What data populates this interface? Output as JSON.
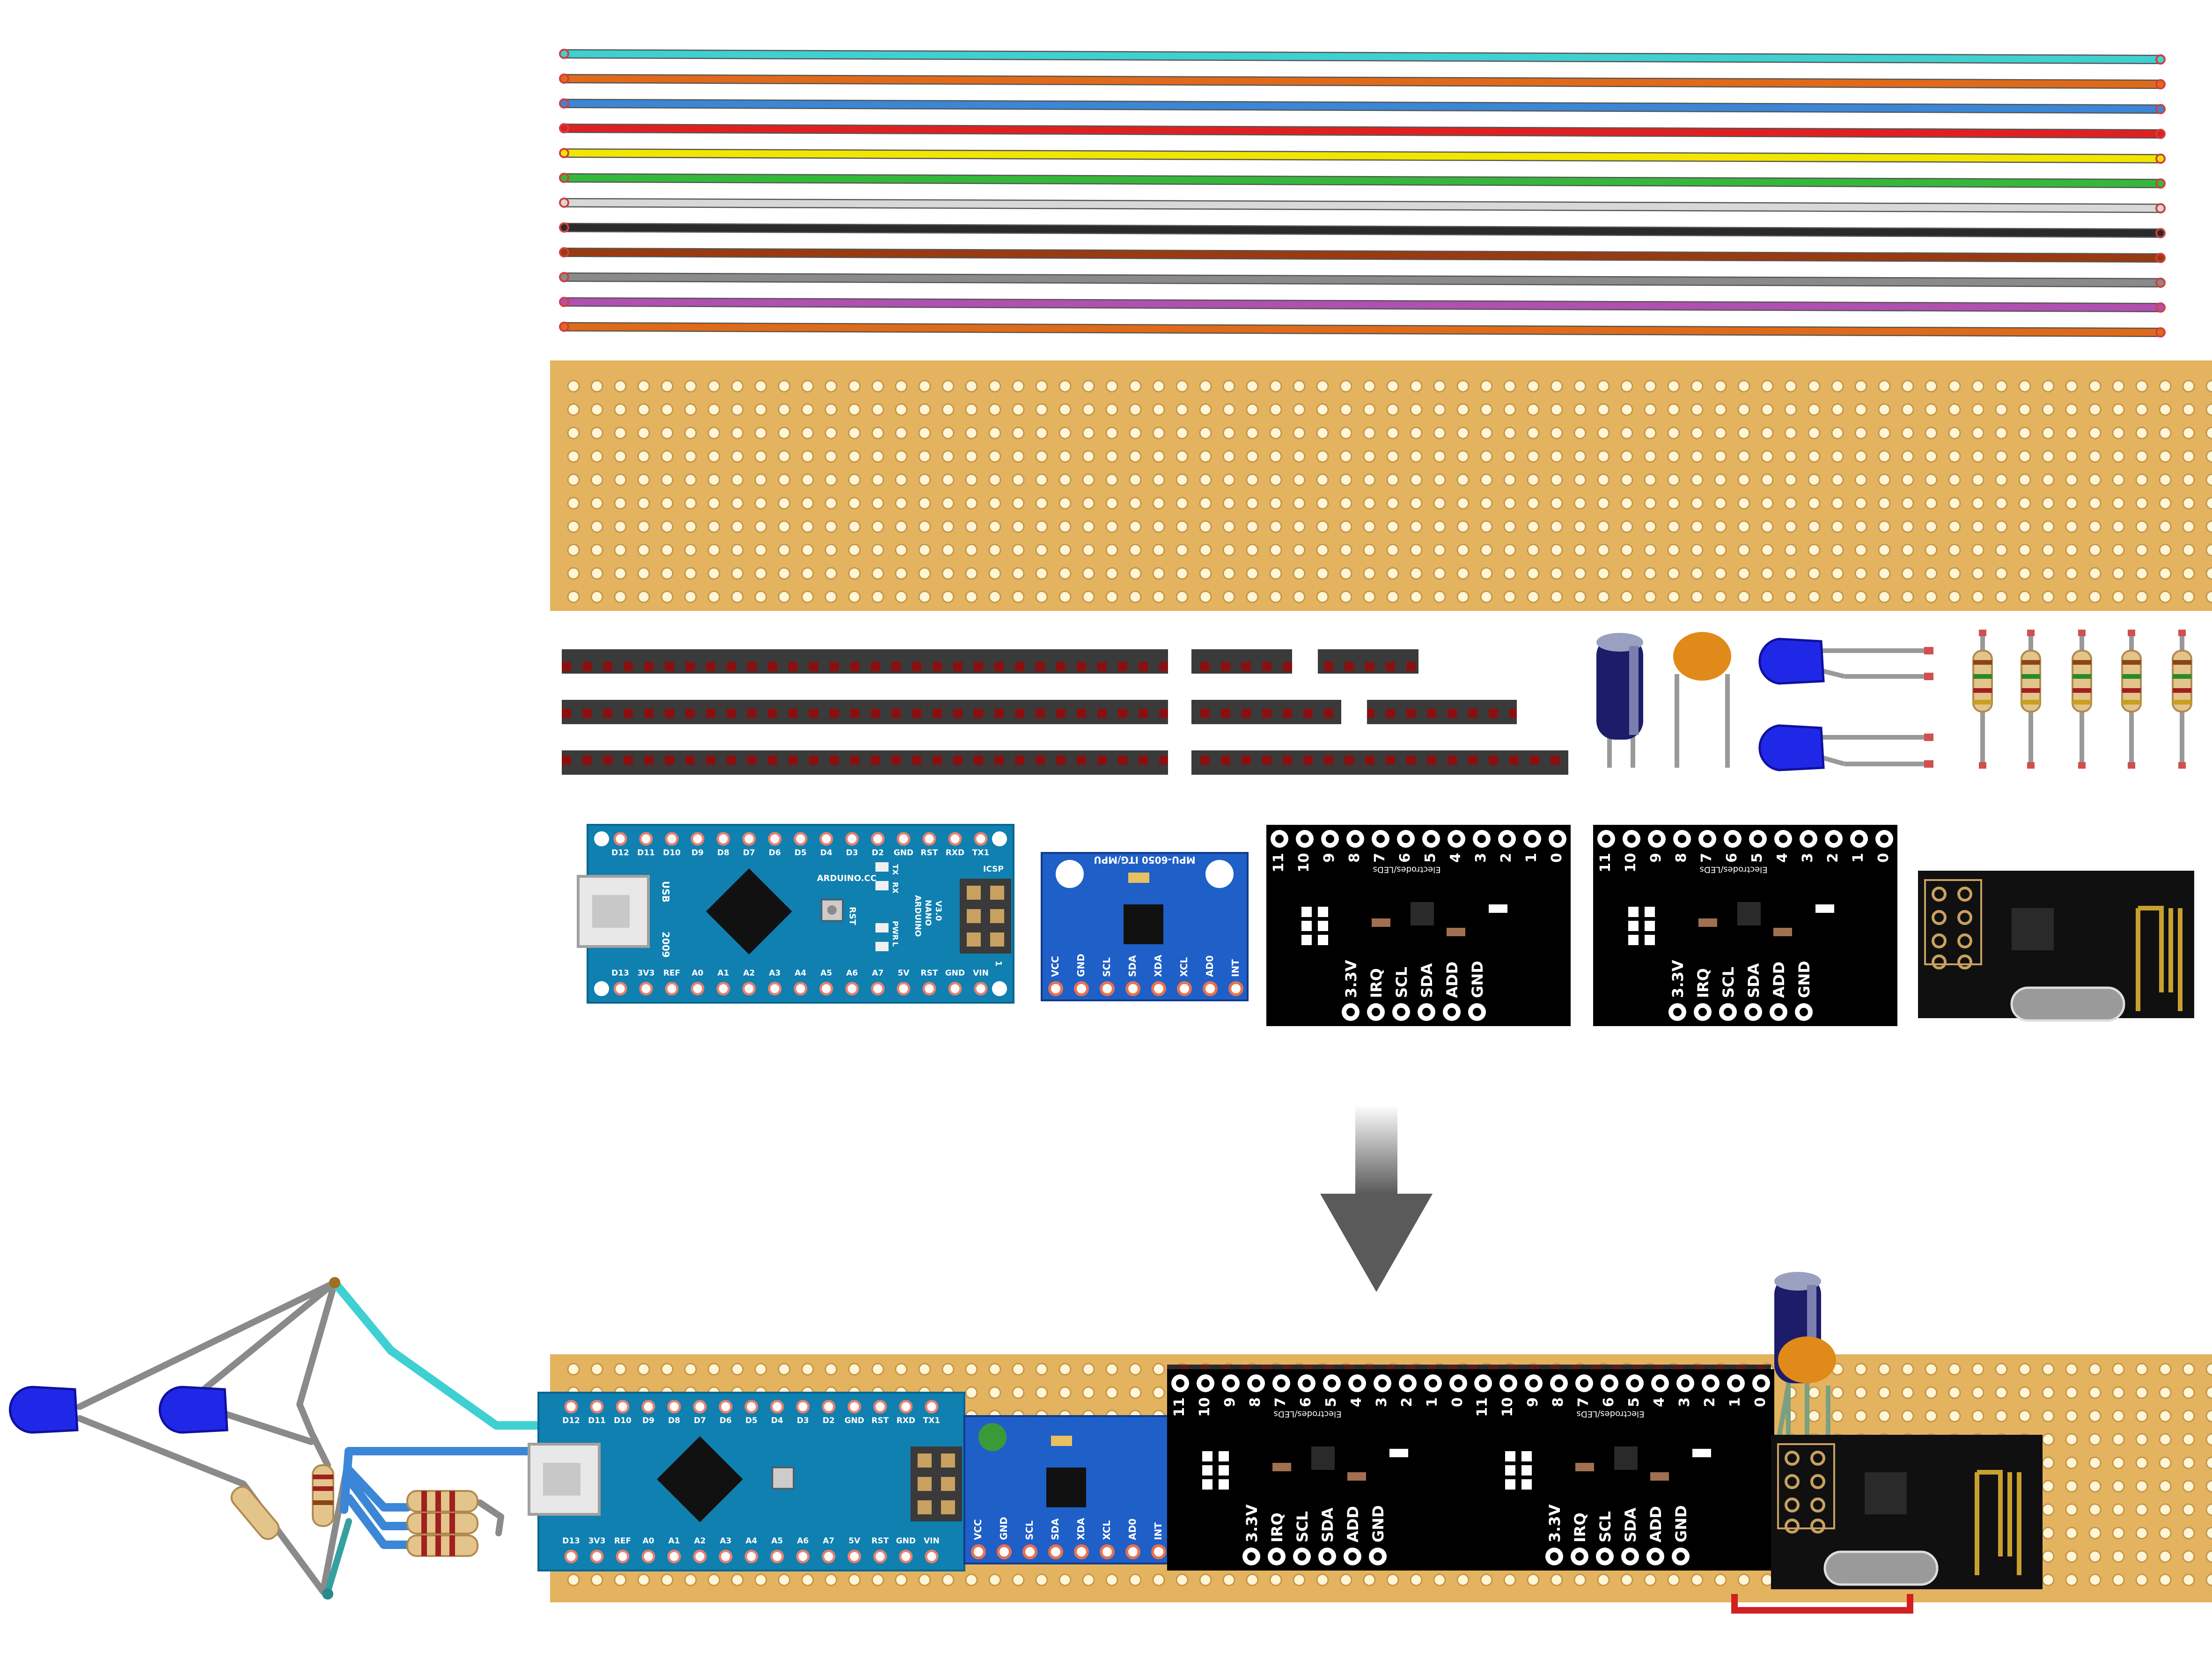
{
  "wire_colors": [
    "#3fd0d2",
    "#e06a1a",
    "#3b86d6",
    "#e02020",
    "#f2e600",
    "#34b83a",
    "#d8d8d8",
    "#2a2a2a",
    "#9a3a10",
    "#8a8a8a",
    "#b050b0",
    "#e06a1a"
  ],
  "colors": {
    "stripboard": "#e3b35f",
    "stripboard_hole": "#fff6d8",
    "header": "#3a3a3a",
    "header_pin": "#8a1010",
    "nano_board": "#0f80b0",
    "mpu_board": "#1f5fc8",
    "module_black": "#000000",
    "led_blue": "#2028e8",
    "nrf_board": "#101010",
    "arrow": "#7a7a7a"
  },
  "arduino_nano": {
    "top_pins": [
      "D12",
      "D11",
      "D10",
      "D9",
      "D8",
      "D7",
      "D6",
      "D5",
      "D4",
      "D3",
      "D2",
      "GND",
      "RST",
      "RXD",
      "TX1"
    ],
    "bottom_pins": [
      "D13",
      "3V3",
      "REF",
      "A0",
      "A1",
      "A2",
      "A3",
      "A4",
      "A5",
      "A6",
      "A7",
      "5V",
      "RST",
      "GND",
      "VIN"
    ],
    "side_labels": [
      "TX",
      "RX",
      "PWR",
      "L"
    ],
    "brand": "ARDUINO.CC",
    "model_lines": [
      "ARDUINO",
      "NANO",
      "V3.0"
    ],
    "usb": "USB",
    "icsp": "ICSP",
    "rst": "RST",
    "pin_one": "1",
    "logo": "2009"
  },
  "mpu6050": {
    "title": "MPU-6050 ITG/MPU",
    "pins": [
      "VCC",
      "GND",
      "SCL",
      "SDA",
      "XDA",
      "XCL",
      "AD0",
      "INT"
    ]
  },
  "electrode_board": {
    "numbers": [
      "11",
      "10",
      "9",
      "8",
      "7",
      "6",
      "5",
      "4",
      "3",
      "2",
      "1",
      "0"
    ],
    "caption": "Electrodes/LEDs",
    "pins": [
      "3.3V",
      "IRQ",
      "SCL",
      "SDA",
      "ADD",
      "GND"
    ]
  }
}
